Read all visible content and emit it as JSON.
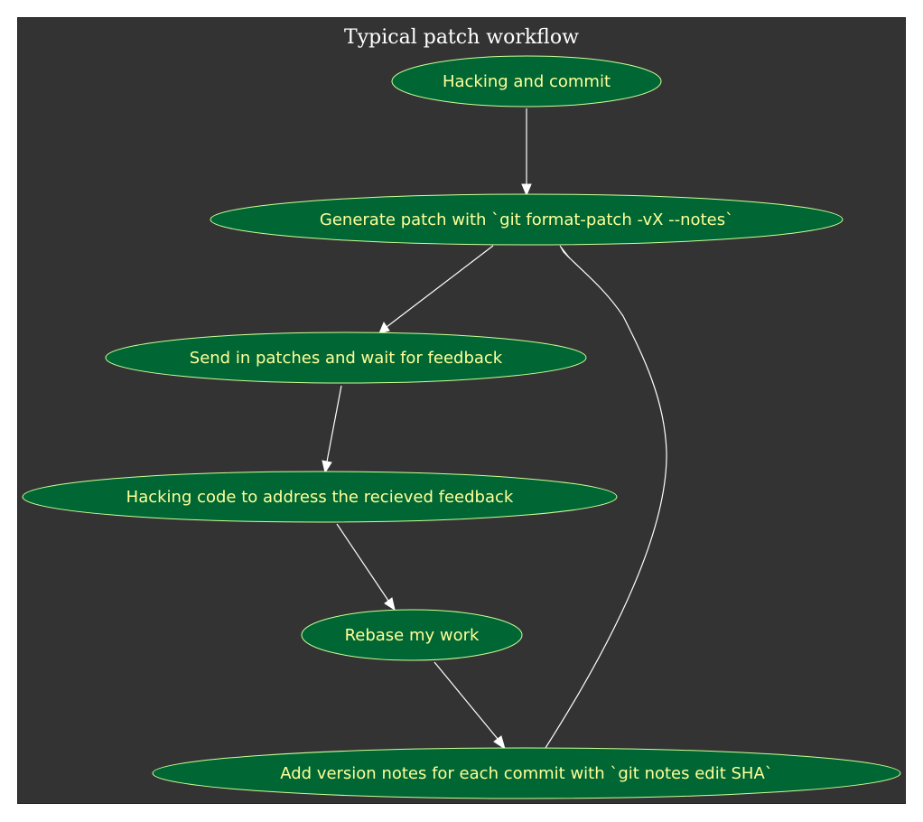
{
  "diagram": {
    "title": "Typical patch workflow",
    "colors": {
      "background": "#333333",
      "node_fill": "#006633",
      "node_stroke": "#ccff99",
      "node_text": "#ffff99",
      "edge": "#ffffff",
      "title_text": "#ffffff"
    },
    "nodes": [
      {
        "id": "hack",
        "label": "Hacking and commit"
      },
      {
        "id": "gen",
        "label": "Generate patch with `git format-patch -vX --notes`"
      },
      {
        "id": "send",
        "label": "Send in patches and wait for feedback"
      },
      {
        "id": "address",
        "label": "Hacking code to address the recieved feedback"
      },
      {
        "id": "rebase",
        "label": "Rebase my work"
      },
      {
        "id": "notes",
        "label": "Add version notes for each commit with `git notes edit SHA`"
      }
    ],
    "edges": [
      {
        "from": "hack",
        "to": "gen"
      },
      {
        "from": "gen",
        "to": "send"
      },
      {
        "from": "send",
        "to": "address"
      },
      {
        "from": "address",
        "to": "rebase"
      },
      {
        "from": "rebase",
        "to": "notes"
      },
      {
        "from": "notes",
        "to": "gen"
      }
    ]
  }
}
